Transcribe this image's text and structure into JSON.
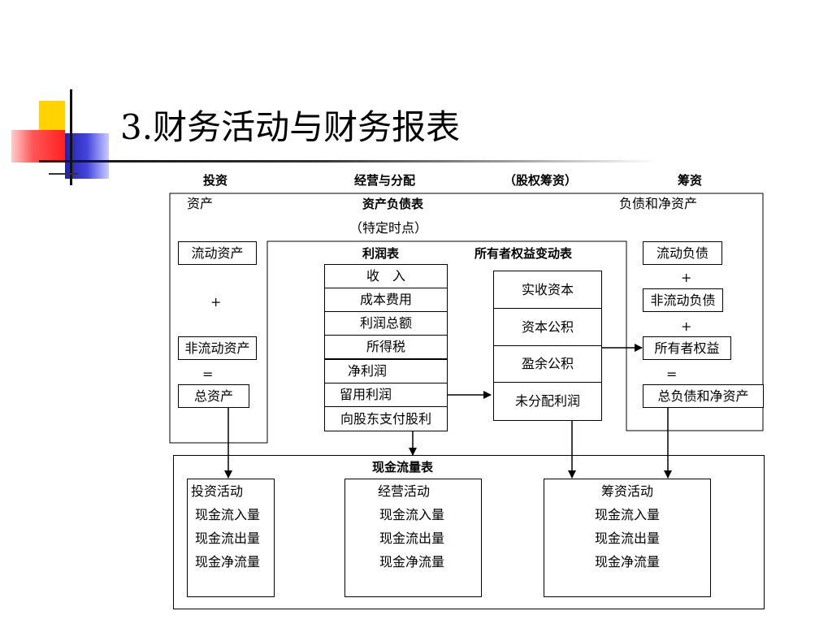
{
  "slide": {
    "title": "3.财务活动与财务报表"
  },
  "header": {
    "investing": "投资",
    "operating": "经营与分配",
    "equity_financing": "（股权筹资）",
    "financing": "筹资"
  },
  "balance_sheet": {
    "title": "资产负债表",
    "subtitle": "（特定时点）",
    "assets_label": "资产",
    "liab_label": "负债和净资产",
    "current_assets": "流动资产",
    "plus1": "+",
    "noncurrent_assets": "非流动资产",
    "equals1": "=",
    "total_assets": "总资产",
    "current_liab": "流动负债",
    "plus2": "+",
    "noncurrent_liab": "非流动负债",
    "plus3": "+",
    "owners_equity": "所有者权益",
    "equals2": "=",
    "total_liab_equity": "总负债和净资产"
  },
  "income_statement": {
    "title": "利润表",
    "rows": [
      "收　入",
      "成本费用",
      "利润总额",
      "所得税",
      "净利润",
      "留用利润",
      "向股东支付股利"
    ]
  },
  "equity_statement": {
    "title": "所有者权益变动表",
    "rows": [
      "实收资本",
      "资本公积",
      "盈余公积",
      "未分配利润"
    ]
  },
  "cash_flow": {
    "title": "现金流量表",
    "investing": {
      "label": "投资活动",
      "lines": [
        "现金流入量",
        "现金流出量",
        "现金净流量"
      ]
    },
    "operating": {
      "label": "经营活动",
      "lines": [
        "现金流入量",
        "现金流出量",
        "现金净流量"
      ]
    },
    "financing": {
      "label": "筹资活动",
      "lines": [
        "现金流入量",
        "现金流出量",
        "现金净流量"
      ]
    }
  },
  "colors": {
    "yellow": "#ffd700",
    "blue": "#3333cc",
    "red": "#ff3333"
  }
}
